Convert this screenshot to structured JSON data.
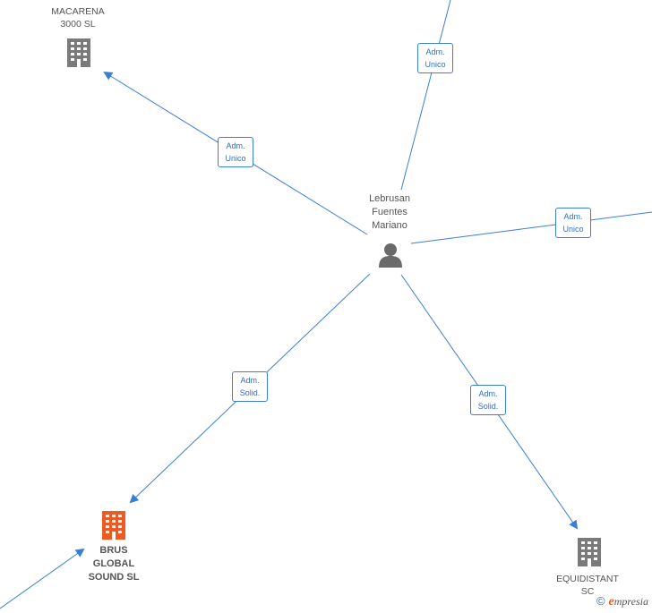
{
  "nodes": {
    "person": {
      "label": "Lebrusan\nFuentes\nMariano",
      "icon": "person-icon"
    },
    "macarena": {
      "label": "MACARENA\n3000 SL",
      "icon": "building-icon"
    },
    "brus": {
      "label": "BRUS\nGLOBAL\nSOUND  SL",
      "icon": "building-icon",
      "color": "#ef5a24"
    },
    "equidistant": {
      "label": "EQUIDISTANT\nSC",
      "icon": "building-icon"
    }
  },
  "edges": {
    "top": {
      "label": "Adm.\nUnico"
    },
    "macarena": {
      "label": "Adm.\nUnico"
    },
    "right": {
      "label": "Adm.\nUnico"
    },
    "brus": {
      "label": "Adm.\nSolid."
    },
    "equidistant": {
      "label": "Adm.\nSolid."
    }
  },
  "colors": {
    "edge": "#3b7fd4",
    "building": "#7a7a7a",
    "highlight": "#ef5a24",
    "person": "#6a6a6a"
  },
  "watermark": {
    "copyright": "©",
    "brand_first": "e",
    "brand_rest": "mpresia"
  }
}
